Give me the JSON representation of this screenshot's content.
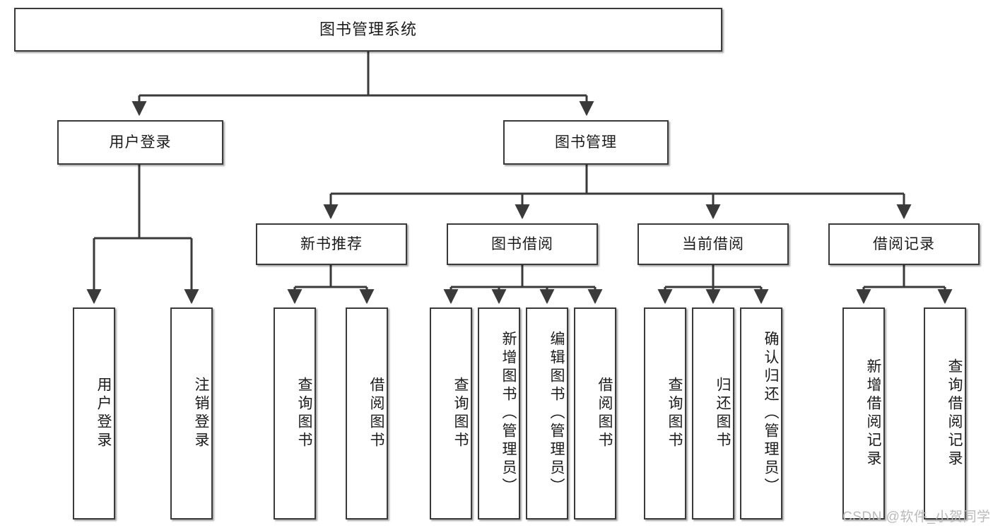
{
  "diagram": {
    "title": "图书管理系统",
    "type": "function-structure-tree",
    "root": {
      "id": "root",
      "label": "图书管理系统"
    },
    "level2": [
      {
        "id": "user-login",
        "label": "用户登录"
      },
      {
        "id": "book-manage",
        "label": "图书管理"
      }
    ],
    "level3": [
      {
        "id": "new-book-rec",
        "label": "新书推荐",
        "parent": "book-manage"
      },
      {
        "id": "book-borrow",
        "label": "图书借阅",
        "parent": "book-manage"
      },
      {
        "id": "current-borrow",
        "label": "当前借阅",
        "parent": "book-manage"
      },
      {
        "id": "borrow-record",
        "label": "借阅记录",
        "parent": "book-manage"
      }
    ],
    "leaves": [
      {
        "id": "leaf-user-login",
        "label": "用户登录",
        "parent": "user-login"
      },
      {
        "id": "leaf-logout",
        "label": "注销登录",
        "parent": "user-login"
      },
      {
        "id": "leaf-query-book-1",
        "label": "查询图书",
        "parent": "new-book-rec"
      },
      {
        "id": "leaf-borrow-book-1",
        "label": "借阅图书",
        "parent": "new-book-rec"
      },
      {
        "id": "leaf-query-book-2",
        "label": "查询图书",
        "parent": "book-borrow"
      },
      {
        "id": "leaf-add-book",
        "label": "新增图书（管理员）",
        "parent": "book-borrow"
      },
      {
        "id": "leaf-edit-book",
        "label": "编辑图书（管理员）",
        "parent": "book-borrow"
      },
      {
        "id": "leaf-borrow-book-2",
        "label": "借阅图书",
        "parent": "book-borrow"
      },
      {
        "id": "leaf-query-book-3",
        "label": "查询图书",
        "parent": "current-borrow"
      },
      {
        "id": "leaf-return-book",
        "label": "归还图书",
        "parent": "current-borrow"
      },
      {
        "id": "leaf-confirm-return",
        "label": "确认归还（管理员）",
        "parent": "current-borrow"
      },
      {
        "id": "leaf-add-record",
        "label": "新增借阅记录",
        "parent": "borrow-record"
      },
      {
        "id": "leaf-query-record",
        "label": "查询借阅记录",
        "parent": "borrow-record"
      }
    ]
  },
  "watermark": {
    "text": "CSDN @软件_小贺同学"
  },
  "colors": {
    "stroke": "#3a3a3a",
    "text": "#1b1b1b",
    "background": "#ffffff",
    "watermark": "#b9b9b9"
  }
}
